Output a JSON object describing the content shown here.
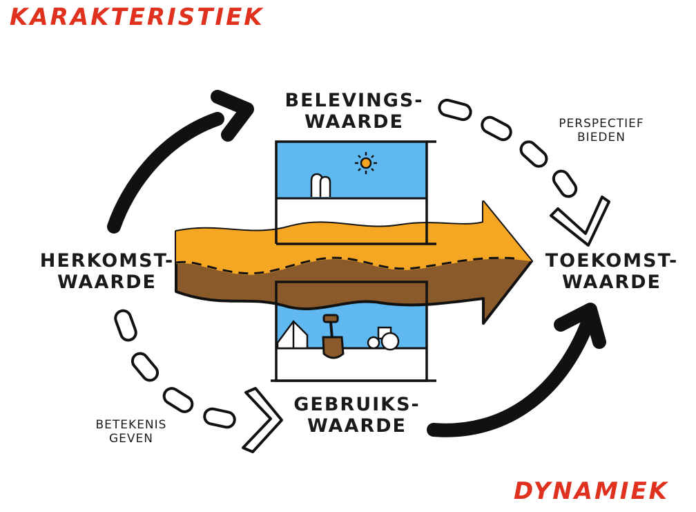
{
  "corner_labels": {
    "top_left": "KARAKTERISTIEK",
    "bottom_right": "DYNAMIEK"
  },
  "nodes": {
    "belevingswaarde": {
      "line1": "BELEVINGS-",
      "line2": "WAARDE"
    },
    "herkomstwaarde": {
      "line1": "HERKOMST-",
      "line2": "WAARDE"
    },
    "toekomstwaarde": {
      "line1": "TOEKOMST-",
      "line2": "WAARDE"
    },
    "gebruikswaarde": {
      "line1": "GEBRUIKS-",
      "line2": "WAARDE"
    }
  },
  "edge_labels": {
    "perspectief": {
      "line1": "PERSPECTIEF",
      "line2": "BIEDEN"
    },
    "betekenis": {
      "line1": "BETEKENIS",
      "line2": "GEVEN"
    }
  },
  "colors": {
    "accent_red": "#e0301e",
    "sky_blue": "#5fb8f0",
    "orange_layer": "#f5a623",
    "brown_layer": "#8b5a2b",
    "ink": "#1a1a1a"
  }
}
